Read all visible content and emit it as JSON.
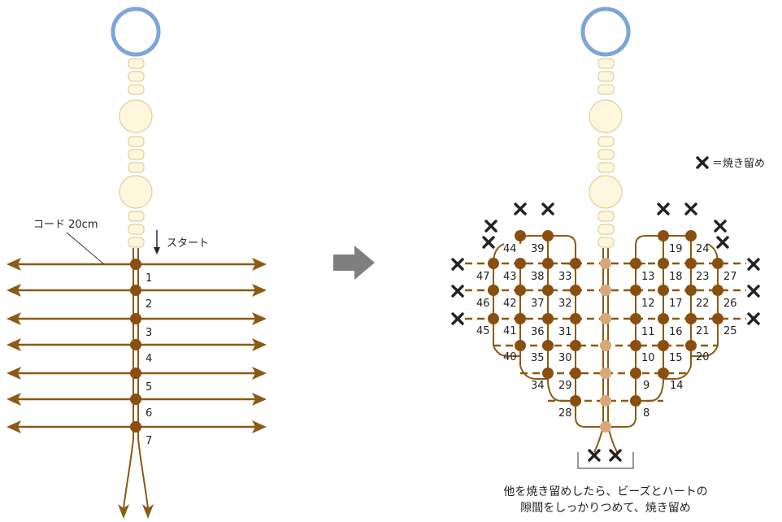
{
  "colors": {
    "cord": "#8b5a14",
    "node": "#8a4f0f",
    "center_node": "#d9a77a",
    "ring": "#7da6d8",
    "bead_fill": "#fff7dd",
    "bead_stroke": "#e1cf9c",
    "arrow_gray": "#7f7f7f",
    "cross": "#222222"
  },
  "left": {
    "cord_label": "コード 20cm",
    "start_label": "スタート",
    "row_numbers": [
      "1",
      "2",
      "3",
      "4",
      "5",
      "6",
      "7"
    ]
  },
  "right": {
    "legend": "＝焼き留め",
    "legend_icon": "cross-icon",
    "caption_line1": "他を焼き留めしたら、ビーズとハートの",
    "caption_line2": "隙間をしっかりつめて、焼き留め",
    "node_numbers": [
      "8",
      "9",
      "10",
      "11",
      "12",
      "13",
      "14",
      "15",
      "16",
      "17",
      "18",
      "19",
      "20",
      "21",
      "22",
      "23",
      "24",
      "25",
      "26",
      "27",
      "28",
      "29",
      "30",
      "31",
      "32",
      "33",
      "34",
      "35",
      "36",
      "37",
      "38",
      "39",
      "40",
      "41",
      "42",
      "43",
      "44",
      "45",
      "46",
      "47"
    ]
  }
}
